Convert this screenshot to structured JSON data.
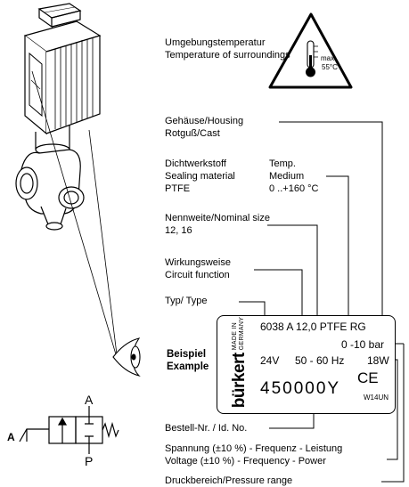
{
  "ambient": {
    "label_de": "Umgebungstemperatur",
    "label_en": "Temperature of surroundings",
    "warning_line1": "max.",
    "warning_line2": "55°C"
  },
  "housing": {
    "label_de_en": "Gehäuse/Housing",
    "value": "Rotguß/Cast"
  },
  "sealing": {
    "label_de": "Dichtwerkstoff",
    "label_en": "Sealing material",
    "value": "PTFE",
    "temp_label": "Temp.",
    "medium_label": "Medium",
    "temp_range": "0 ..+160 °C"
  },
  "nominal": {
    "label": "Nennweite/Nominal size",
    "value": "12, 16"
  },
  "circuit": {
    "label_de": "Wirkungsweise",
    "label_en": "Circuit function"
  },
  "type_label": "Typ/ Type",
  "example": {
    "line1": "Beispiel",
    "line2": "Example"
  },
  "plate": {
    "brand": "bürkert",
    "made_in": "MADE IN GERMANY",
    "row1": "6038 A  12,0  PTFE RG",
    "pressure": "0 -10 bar",
    "voltage": "24V",
    "frequency": "50 - 60 Hz",
    "power": "18W",
    "serial": "450000Y",
    "ce_mark": "CE",
    "code": "W14UN"
  },
  "order_no": "Bestell-Nr. / Id. No.",
  "power_info": {
    "line1": "Spannung (±10 %) - Frequenz - Leistung",
    "line2": "Voltage (±10 %) - Frequency - Power"
  },
  "pressure_range": "Druckbereich/Pressure range",
  "symbol": {
    "label": "A",
    "port_a": "A",
    "port_p": "P"
  }
}
